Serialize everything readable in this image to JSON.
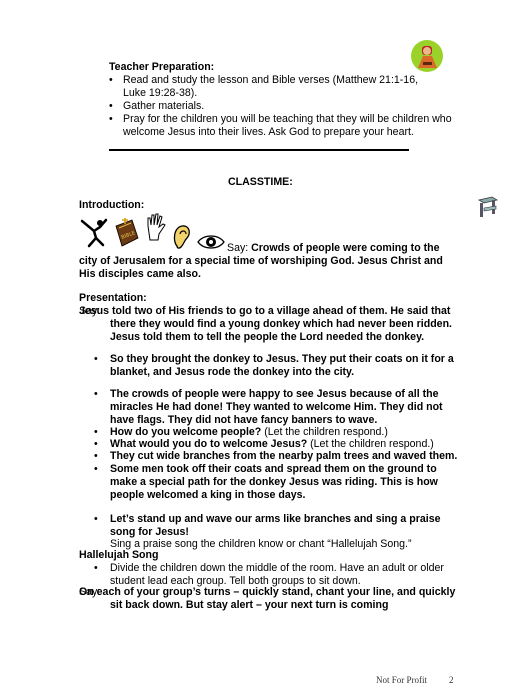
{
  "teacher_prep": {
    "heading": "Teacher Preparation:",
    "items": [
      "Read and study the lesson and Bible verses (Matthew 21:1-16, Luke 19:28-38).",
      "Gather materials.",
      "Pray for the children you will be teaching that they will be children who welcome Jesus into their lives. Ask God to prepare your heart."
    ]
  },
  "classtime": {
    "heading": "CLASSTIME:"
  },
  "introduction": {
    "heading": "Introduction:",
    "say_label": "Say:",
    "text": "Crowds of people were coming to the city of Jerusalem for a special time of worshiping God. Jesus Christ and His disciples came also."
  },
  "presentation": {
    "heading": "Presentation:",
    "say_label": "Say:",
    "lead": "Jesus told two of His friends to go to a village ahead of them. He said that there they would find a young donkey which had never been ridden. Jesus told them to tell the people the Lord needed the donkey.",
    "items": [
      "So they brought the donkey to Jesus. They put their coats on it for a blanket, and Jesus rode the donkey into the city.",
      "The crowds of people were happy to see Jesus because of all the miracles He had done! They wanted to welcome Him. They did not have flags. They did not have fancy banners to wave.",
      "How do you welcome people?",
      "(Let the children respond.)",
      "What would you do to welcome Jesus?",
      "(Let the children respond.)",
      "They cut wide branches from the nearby palm trees and waved them.",
      "Some men took off their coats and spread them on the ground to make a special path for the donkey Jesus was riding. This is how people welcomed a king in those days.",
      "Let’s stand up and wave our arms like branches and sing a praise song for Jesus!",
      "Sing a praise song the children know or chant “Hallelujah Song.”"
    ]
  },
  "hallelujah": {
    "heading": "Hallelujah Song",
    "item": "Divide the children down the middle of the room. Have an adult or older student lead each group. Tell both groups to sit down.",
    "say_label": "Say:",
    "say_text": "On each of your group’s turns – quickly stand, chant your line, and quickly sit back down. But stay alert – your next turn is coming"
  },
  "footer": {
    "label": "Not For Profit",
    "page": "2"
  }
}
